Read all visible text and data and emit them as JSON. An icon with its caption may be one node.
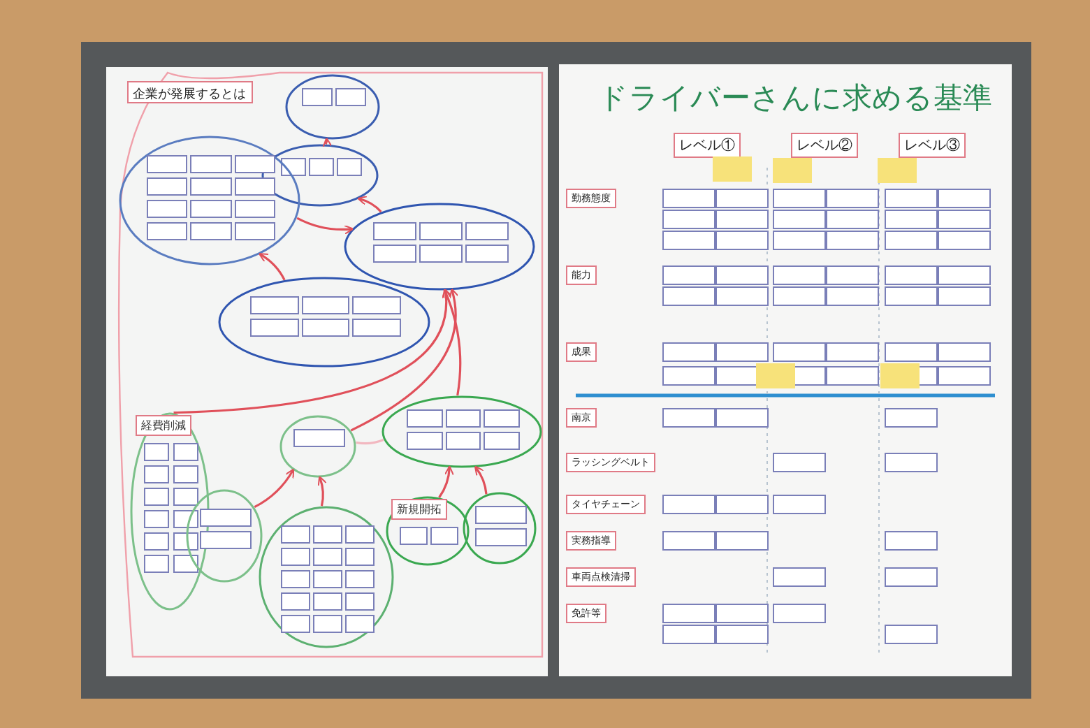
{
  "diagram": {
    "nodes": [
      {
        "text": [
          "企業が発展するとは"
        ]
      },
      {
        "text": [],
        "shape": "ellipse"
      },
      {
        "text": [],
        "shape": "ellipse"
      },
      {
        "text": [],
        "shape": "ellipse"
      },
      {
        "text": [],
        "shape": "ellipse"
      },
      {
        "text": [],
        "shape": "ellipse"
      },
      {
        "text": [
          "経費削減"
        ]
      },
      {
        "text": [],
        "shape": "ellipse"
      },
      {
        "text": [],
        "shape": "ellipse"
      },
      {
        "text": [],
        "shape": "ellipse"
      },
      {
        "text": [],
        "shape": "ellipse"
      },
      {
        "text": [
          "新規開拓"
        ]
      },
      {
        "text": [],
        "shape": "ellipse"
      },
      {
        "text": [
          "レベル①"
        ]
      },
      {
        "text": [
          "レベル②"
        ]
      },
      {
        "text": [
          "レベル③"
        ]
      },
      {
        "text": [
          "勤務態度"
        ]
      },
      {
        "text": [
          "能力"
        ]
      },
      {
        "text": [
          "成果"
        ]
      },
      {
        "text": [
          "南京"
        ]
      },
      {
        "text": [
          "ラッシングベルト"
        ]
      },
      {
        "text": [
          "タイヤチェーン"
        ]
      },
      {
        "text": [
          "実務指導"
        ]
      },
      {
        "text": [
          "車両点検清掃"
        ]
      },
      {
        "text": [
          "免許等"
        ]
      }
    ],
    "edges": [
      {
        "from": 2,
        "to": 1,
        "arrow": "to"
      },
      {
        "from": 4,
        "to": 2,
        "arrow": "to"
      },
      {
        "from": 3,
        "to": 4,
        "arrow": "to"
      },
      {
        "from": 5,
        "to": 3,
        "arrow": "to"
      },
      {
        "from": 6,
        "to": 4,
        "arrow": "to"
      },
      {
        "from": 8,
        "to": 4,
        "arrow": "to"
      },
      {
        "from": 10,
        "to": 4,
        "arrow": "to"
      },
      {
        "from": 7,
        "to": 8,
        "arrow": "to"
      },
      {
        "from": 9,
        "to": 8,
        "arrow": "to"
      },
      {
        "from": 8,
        "to": 10,
        "arrow": "none",
        "color": "#f2b8c0"
      },
      {
        "from": 11,
        "to": 10,
        "arrow": "to"
      },
      {
        "from": 12,
        "to": 10,
        "arrow": "to"
      }
    ],
    "labels": [
      "ドライバーさんに求める基準"
    ]
  }
}
